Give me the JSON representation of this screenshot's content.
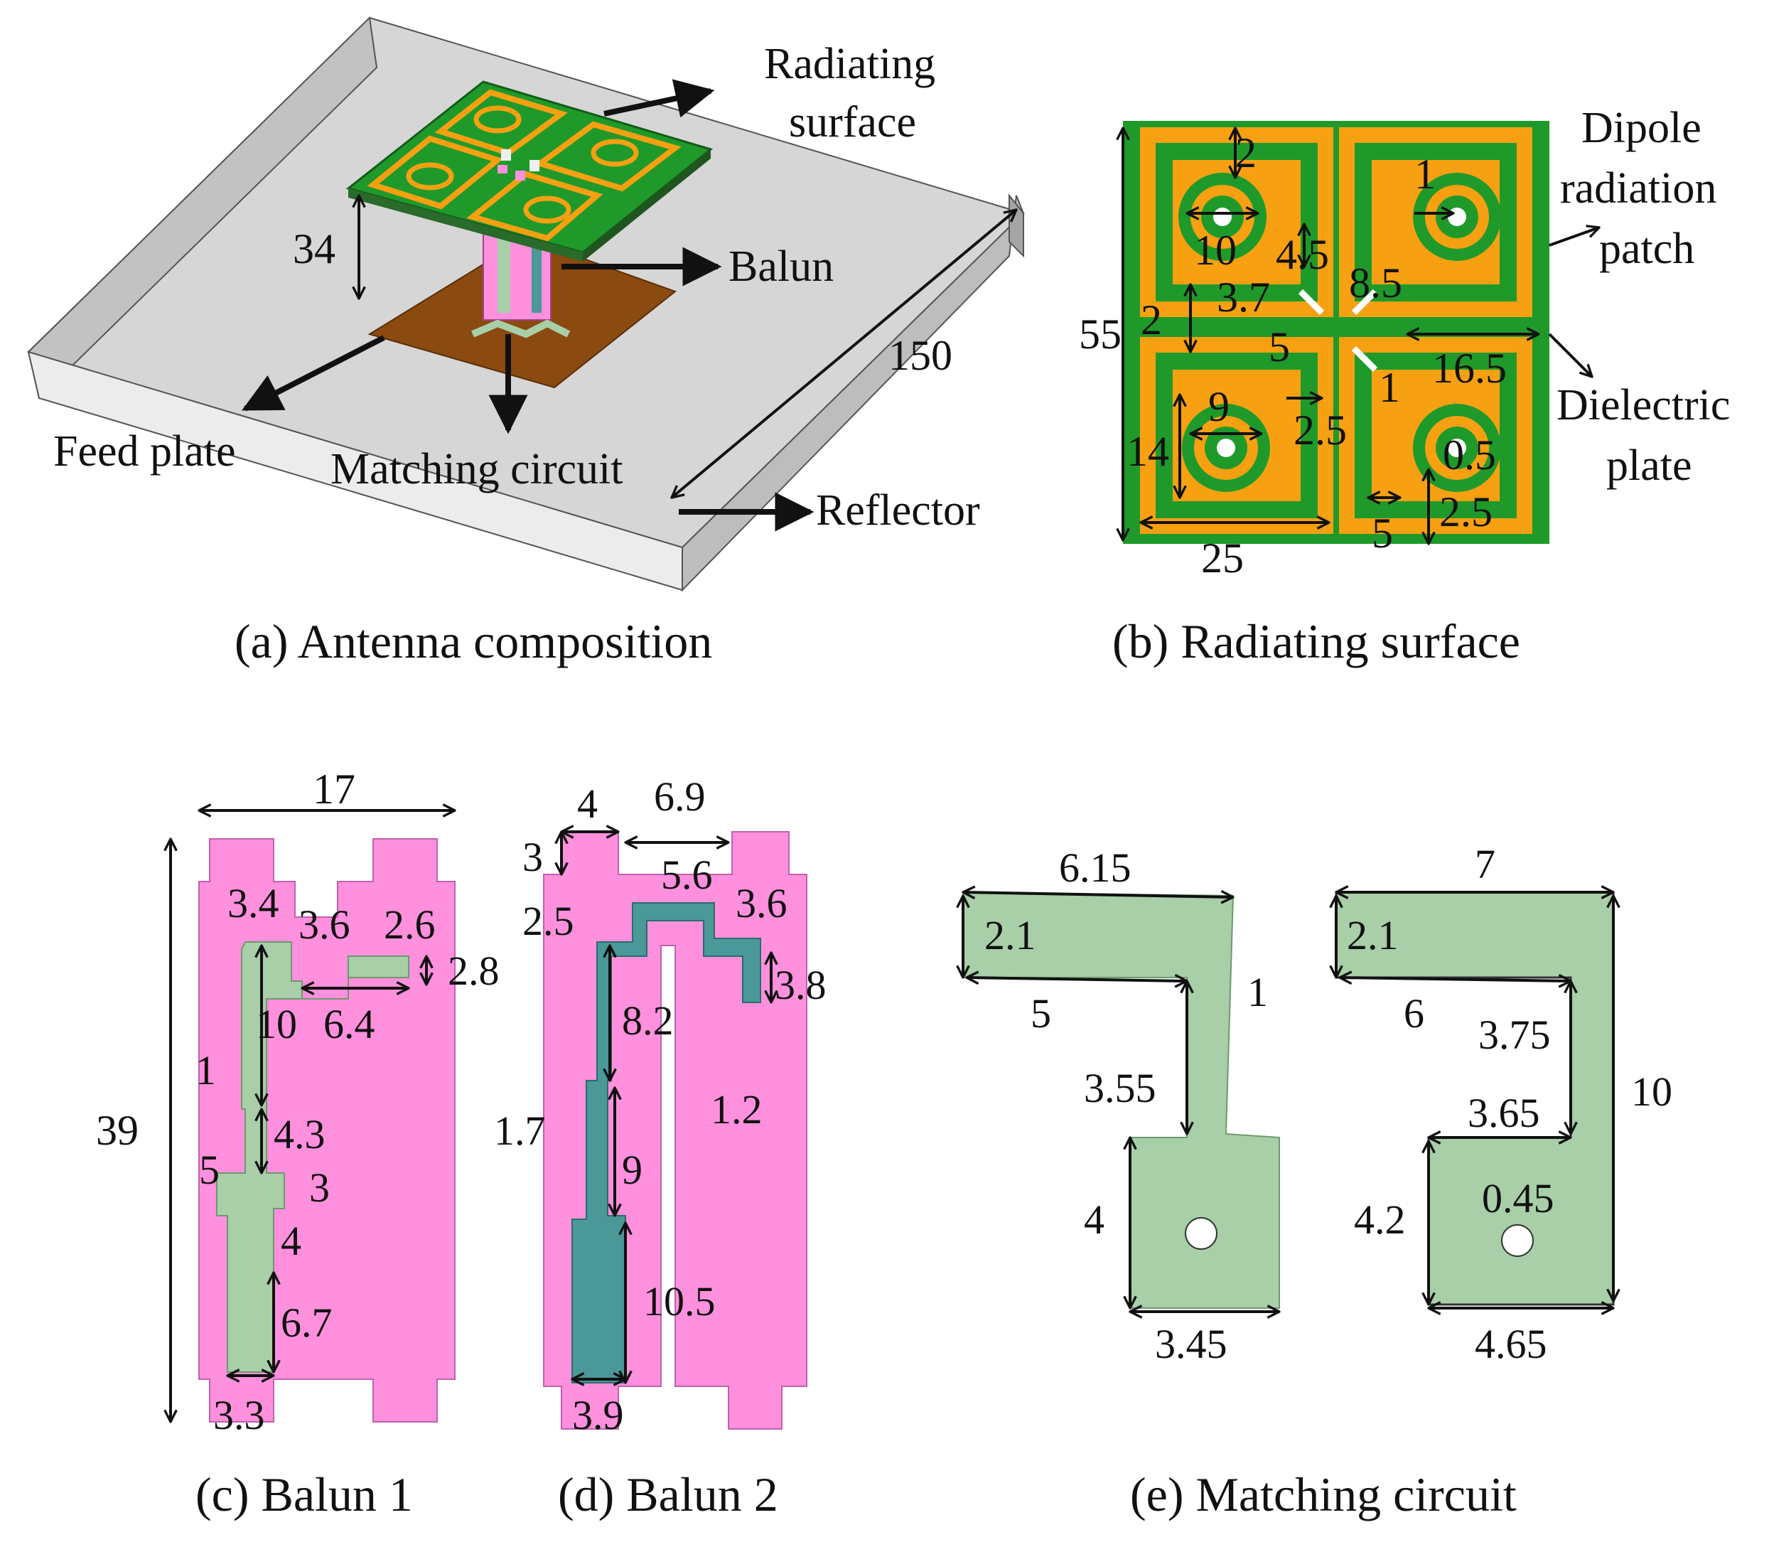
{
  "panels": {
    "a": {
      "caption": "(a) Antenna composition",
      "labels": {
        "radiating_surface_1": "Radiating",
        "radiating_surface_2": "surface",
        "balun": "Balun",
        "feed_plate": "Feed plate",
        "matching_circuit": "Matching circuit",
        "reflector": "Reflector"
      },
      "dims": {
        "height": "34",
        "length": "150"
      }
    },
    "b": {
      "caption": "(b) Radiating surface",
      "labels": {
        "dipole_1": "Dipole",
        "dipole_2": "radiation",
        "dipole_3": "patch",
        "dielectric_1": "Dielectric",
        "dielectric_2": "plate"
      },
      "dims": {
        "d2_top": "2",
        "d1": "1",
        "d10": "10",
        "d4_5": "4.5",
        "d8_5": "8.5",
        "d3_7": "3.7",
        "d55": "55",
        "d2_left": "2",
        "d5": "5",
        "d16_5": "16.5",
        "d1_mid": "1",
        "d9": "9",
        "d14": "14",
        "d2_5": "2.5",
        "d0_5": "0.5",
        "d25": "25",
        "d5_bottom": "5",
        "d2_5_bottom": "2.5"
      }
    },
    "c": {
      "caption": "(c) Balun 1",
      "dims": {
        "d17": "17",
        "d39": "39",
        "d3_4": "3.4",
        "d3_6": "3.6",
        "d2_6": "2.6",
        "d2_8": "2.8",
        "d10": "10",
        "d6_4": "6.4",
        "d1": "1",
        "d4_3": "4.3",
        "d5": "5",
        "d3": "3",
        "d4": "4",
        "d6_7": "6.7",
        "d3_3": "3.3"
      }
    },
    "d": {
      "caption": "(d) Balun 2",
      "dims": {
        "d4": "4",
        "d6_9": "6.9",
        "d3": "3",
        "d5_6": "5.6",
        "d2_5": "2.5",
        "d3_6": "3.6",
        "d3_8": "3.8",
        "d8_2": "8.2",
        "d1_7": "1.7",
        "d1_2": "1.2",
        "d9": "9",
        "d10_5": "10.5",
        "d3_9": "3.9"
      }
    },
    "e": {
      "caption": "(e) Matching circuit",
      "dims": {
        "d6_15": "6.15",
        "d2_1_left": "2.1",
        "d5": "5",
        "d1": "1",
        "d3_55": "3.55",
        "d4": "4",
        "d3_45": "3.45",
        "d7": "7",
        "d2_1_right": "2.1",
        "d6": "6",
        "d3_75": "3.75",
        "d10": "10",
        "d3_65": "3.65",
        "d0_45": "0.45",
        "d4_2": "4.2",
        "d4_65": "4.65"
      }
    }
  },
  "colors": {
    "pcb_green": "#1f9a2a",
    "copper_orange": "#f7a012",
    "feed_brown": "#8b4a10",
    "reflector_grey": "#d4d4d4",
    "balun_pink": "#ff90dd",
    "trace_teal": "#4a9898",
    "trace_sage": "#a8cfa8"
  }
}
